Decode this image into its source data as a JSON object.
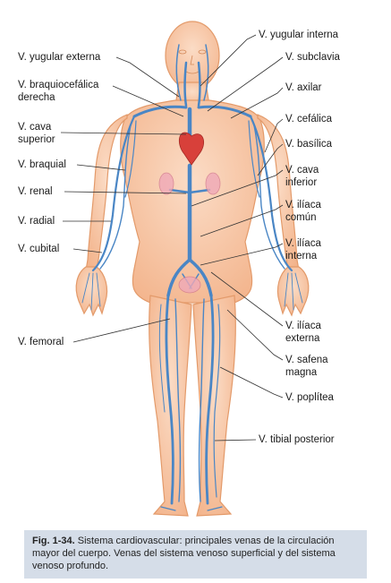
{
  "labels_left": [
    {
      "id": "yugular-externa",
      "text": "V. yugular externa"
    },
    {
      "id": "braquiocefalica",
      "text": "V. braquiocefálica\nderecha"
    },
    {
      "id": "cava-superior",
      "text": "V. cava\nsuperior"
    },
    {
      "id": "braquial",
      "text": "V. braquial"
    },
    {
      "id": "renal",
      "text": "V. renal"
    },
    {
      "id": "radial",
      "text": "V. radial"
    },
    {
      "id": "cubital",
      "text": "V. cubital"
    },
    {
      "id": "femoral",
      "text": "V. femoral"
    }
  ],
  "labels_right": [
    {
      "id": "yugular-interna",
      "text": "V. yugular interna"
    },
    {
      "id": "subclavia",
      "text": "V. subclavia"
    },
    {
      "id": "axilar",
      "text": "V. axilar"
    },
    {
      "id": "cefalica",
      "text": "V. cefálica"
    },
    {
      "id": "basilica",
      "text": "V. basílica"
    },
    {
      "id": "cava-inferior",
      "text": "V. cava\ninferior"
    },
    {
      "id": "iliaca-comun",
      "text": "V. ilíaca\ncomún"
    },
    {
      "id": "iliaca-interna",
      "text": "V. ilíaca\ninterna"
    },
    {
      "id": "iliaca-externa",
      "text": "V. ilíaca\nexterna"
    },
    {
      "id": "safena-magna",
      "text": "V. safena\nmagna"
    },
    {
      "id": "poplitea",
      "text": "V. poplítea"
    },
    {
      "id": "tibial-posterior",
      "text": "V. tibial posterior"
    }
  ],
  "caption": {
    "figure": "Fig. 1-34.",
    "text": "Sistema cardiovascular: principales venas de la circulación mayor del cuerpo. Venas del sistema venoso superficial y del sistema venoso profundo."
  },
  "colors": {
    "skin": "#f6c3a0",
    "skin_outline": "#e39a6a",
    "vein": "#4a86c5",
    "heart": "#d8403a",
    "caption_bg": "#d5dde8"
  }
}
